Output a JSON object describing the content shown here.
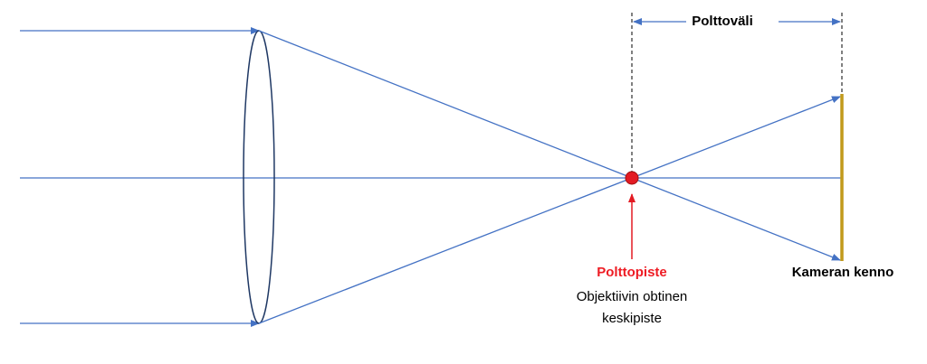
{
  "labels": {
    "focal_length": "Polttoväli",
    "focal_point": "Polttopiste",
    "lens_center_line1": "Objektiivin obtinen",
    "lens_center_line2": "keskipiste",
    "camera_sensor": "Kameran kenno"
  },
  "colors": {
    "ray": "#4472c4",
    "lens_outline": "#1f3864",
    "focal_point": "#e31b23",
    "focal_point_label": "#ee1c24",
    "sensor": "#c19a1b",
    "dashed_guide": "#000000",
    "text": "#000000"
  },
  "icons": {
    "focal_point_marker": "filled-red-circle",
    "lens": "ellipse-outline",
    "sensor": "vertical-bar"
  }
}
